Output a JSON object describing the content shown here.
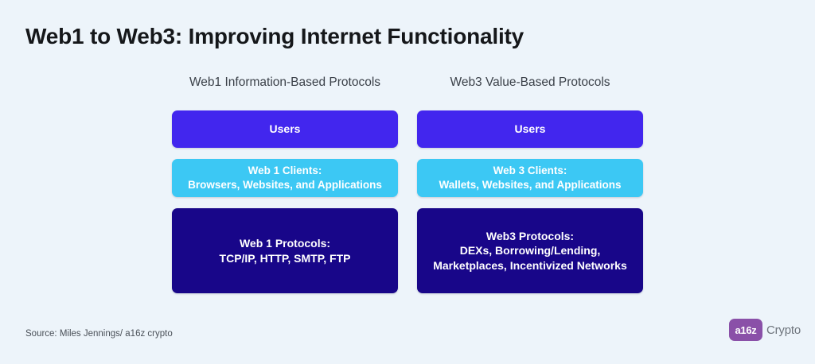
{
  "title": "Web1 to Web3: Improving Internet Functionality",
  "background_color": "#edf4fa",
  "columns": [
    {
      "header": "Web1 Information-Based Protocols",
      "layers": [
        {
          "name": "users",
          "color": "#4226ee",
          "lines": [
            "Users"
          ]
        },
        {
          "name": "clients",
          "color": "#3cc8f4",
          "lines": [
            "Web 1 Clients:",
            "Browsers, Websites, and Applications"
          ]
        },
        {
          "name": "protocols",
          "color": "#180689",
          "lines": [
            "Web 1 Protocols:",
            "TCP/IP, HTTP, SMTP, FTP"
          ]
        }
      ]
    },
    {
      "header": "Web3 Value-Based Protocols",
      "layers": [
        {
          "name": "users",
          "color": "#4226ee",
          "lines": [
            "Users"
          ]
        },
        {
          "name": "clients",
          "color": "#3cc8f4",
          "lines": [
            "Web 3 Clients:",
            "Wallets, Websites, and Applications"
          ]
        },
        {
          "name": "protocols",
          "color": "#180689",
          "lines": [
            "Web3 Protocols:",
            "DEXs, Borrowing/Lending,",
            "Marketplaces, Incentivized Networks"
          ]
        }
      ]
    }
  ],
  "footer": {
    "source": "Source:  Miles Jennings/ a16z crypto",
    "logo": {
      "mark_text": "a16z",
      "word": "Crypto",
      "mark_color": "#8a50a8"
    }
  }
}
